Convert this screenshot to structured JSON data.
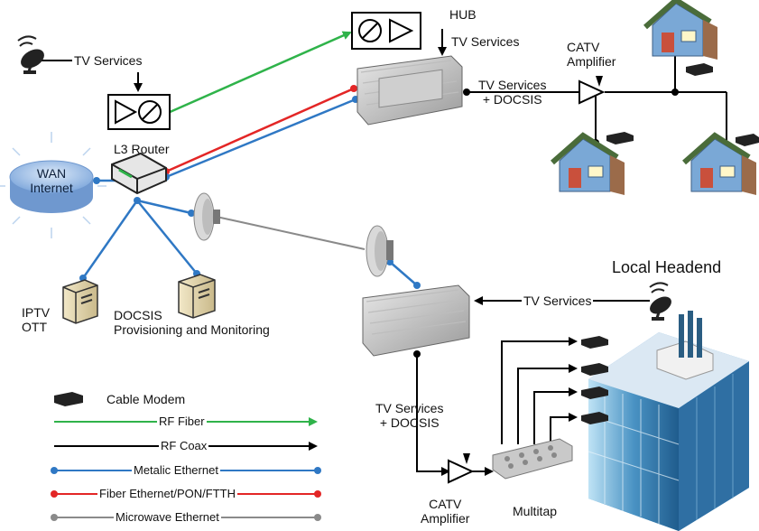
{
  "labels": {
    "tv_services_dish": "TV Services",
    "hub": "HUB",
    "hub_tv_services": "TV Services",
    "catv_amplifier_top": "CATV\nAmplifier",
    "tv_services_docsis_top": "TV Services\n+ DOCSIS",
    "l3_router": "L3 Router",
    "wan_internet": "WAN\nInternet",
    "iptv_ott": "IPTV\nOTT",
    "docsis_provisioning": "DOCSIS\nProvisioning and Monitoring",
    "local_headend": "Local Headend",
    "tv_services_headend": "TV Services",
    "tv_services_docsis_bottom": "TV Services\n+ DOCSIS",
    "catv_amplifier_bottom": "CATV\nAmplifier",
    "multitap": "Multitap"
  },
  "legend": {
    "cable_modem": "Cable Modem",
    "items": [
      {
        "label": "RF Fiber",
        "color": "#2fb34a",
        "style": "arrow"
      },
      {
        "label": "RF Coax",
        "color": "#000000",
        "style": "arrow"
      },
      {
        "label": "Metalic Ethernet",
        "color": "#2f78c4",
        "style": "dots"
      },
      {
        "label": "Fiber Ethernet/PON/FTTH",
        "color": "#e32626",
        "style": "dots"
      },
      {
        "label": "Microwave Ethernet",
        "color": "#8a8a8a",
        "style": "dots"
      }
    ]
  },
  "colors": {
    "rf_fiber": "#2fb34a",
    "rf_coax": "#000000",
    "metalic_ethernet": "#2f78c4",
    "fiber_ethernet": "#e32626",
    "microwave": "#8a8a8a",
    "cloud": "#9fc1ea"
  }
}
